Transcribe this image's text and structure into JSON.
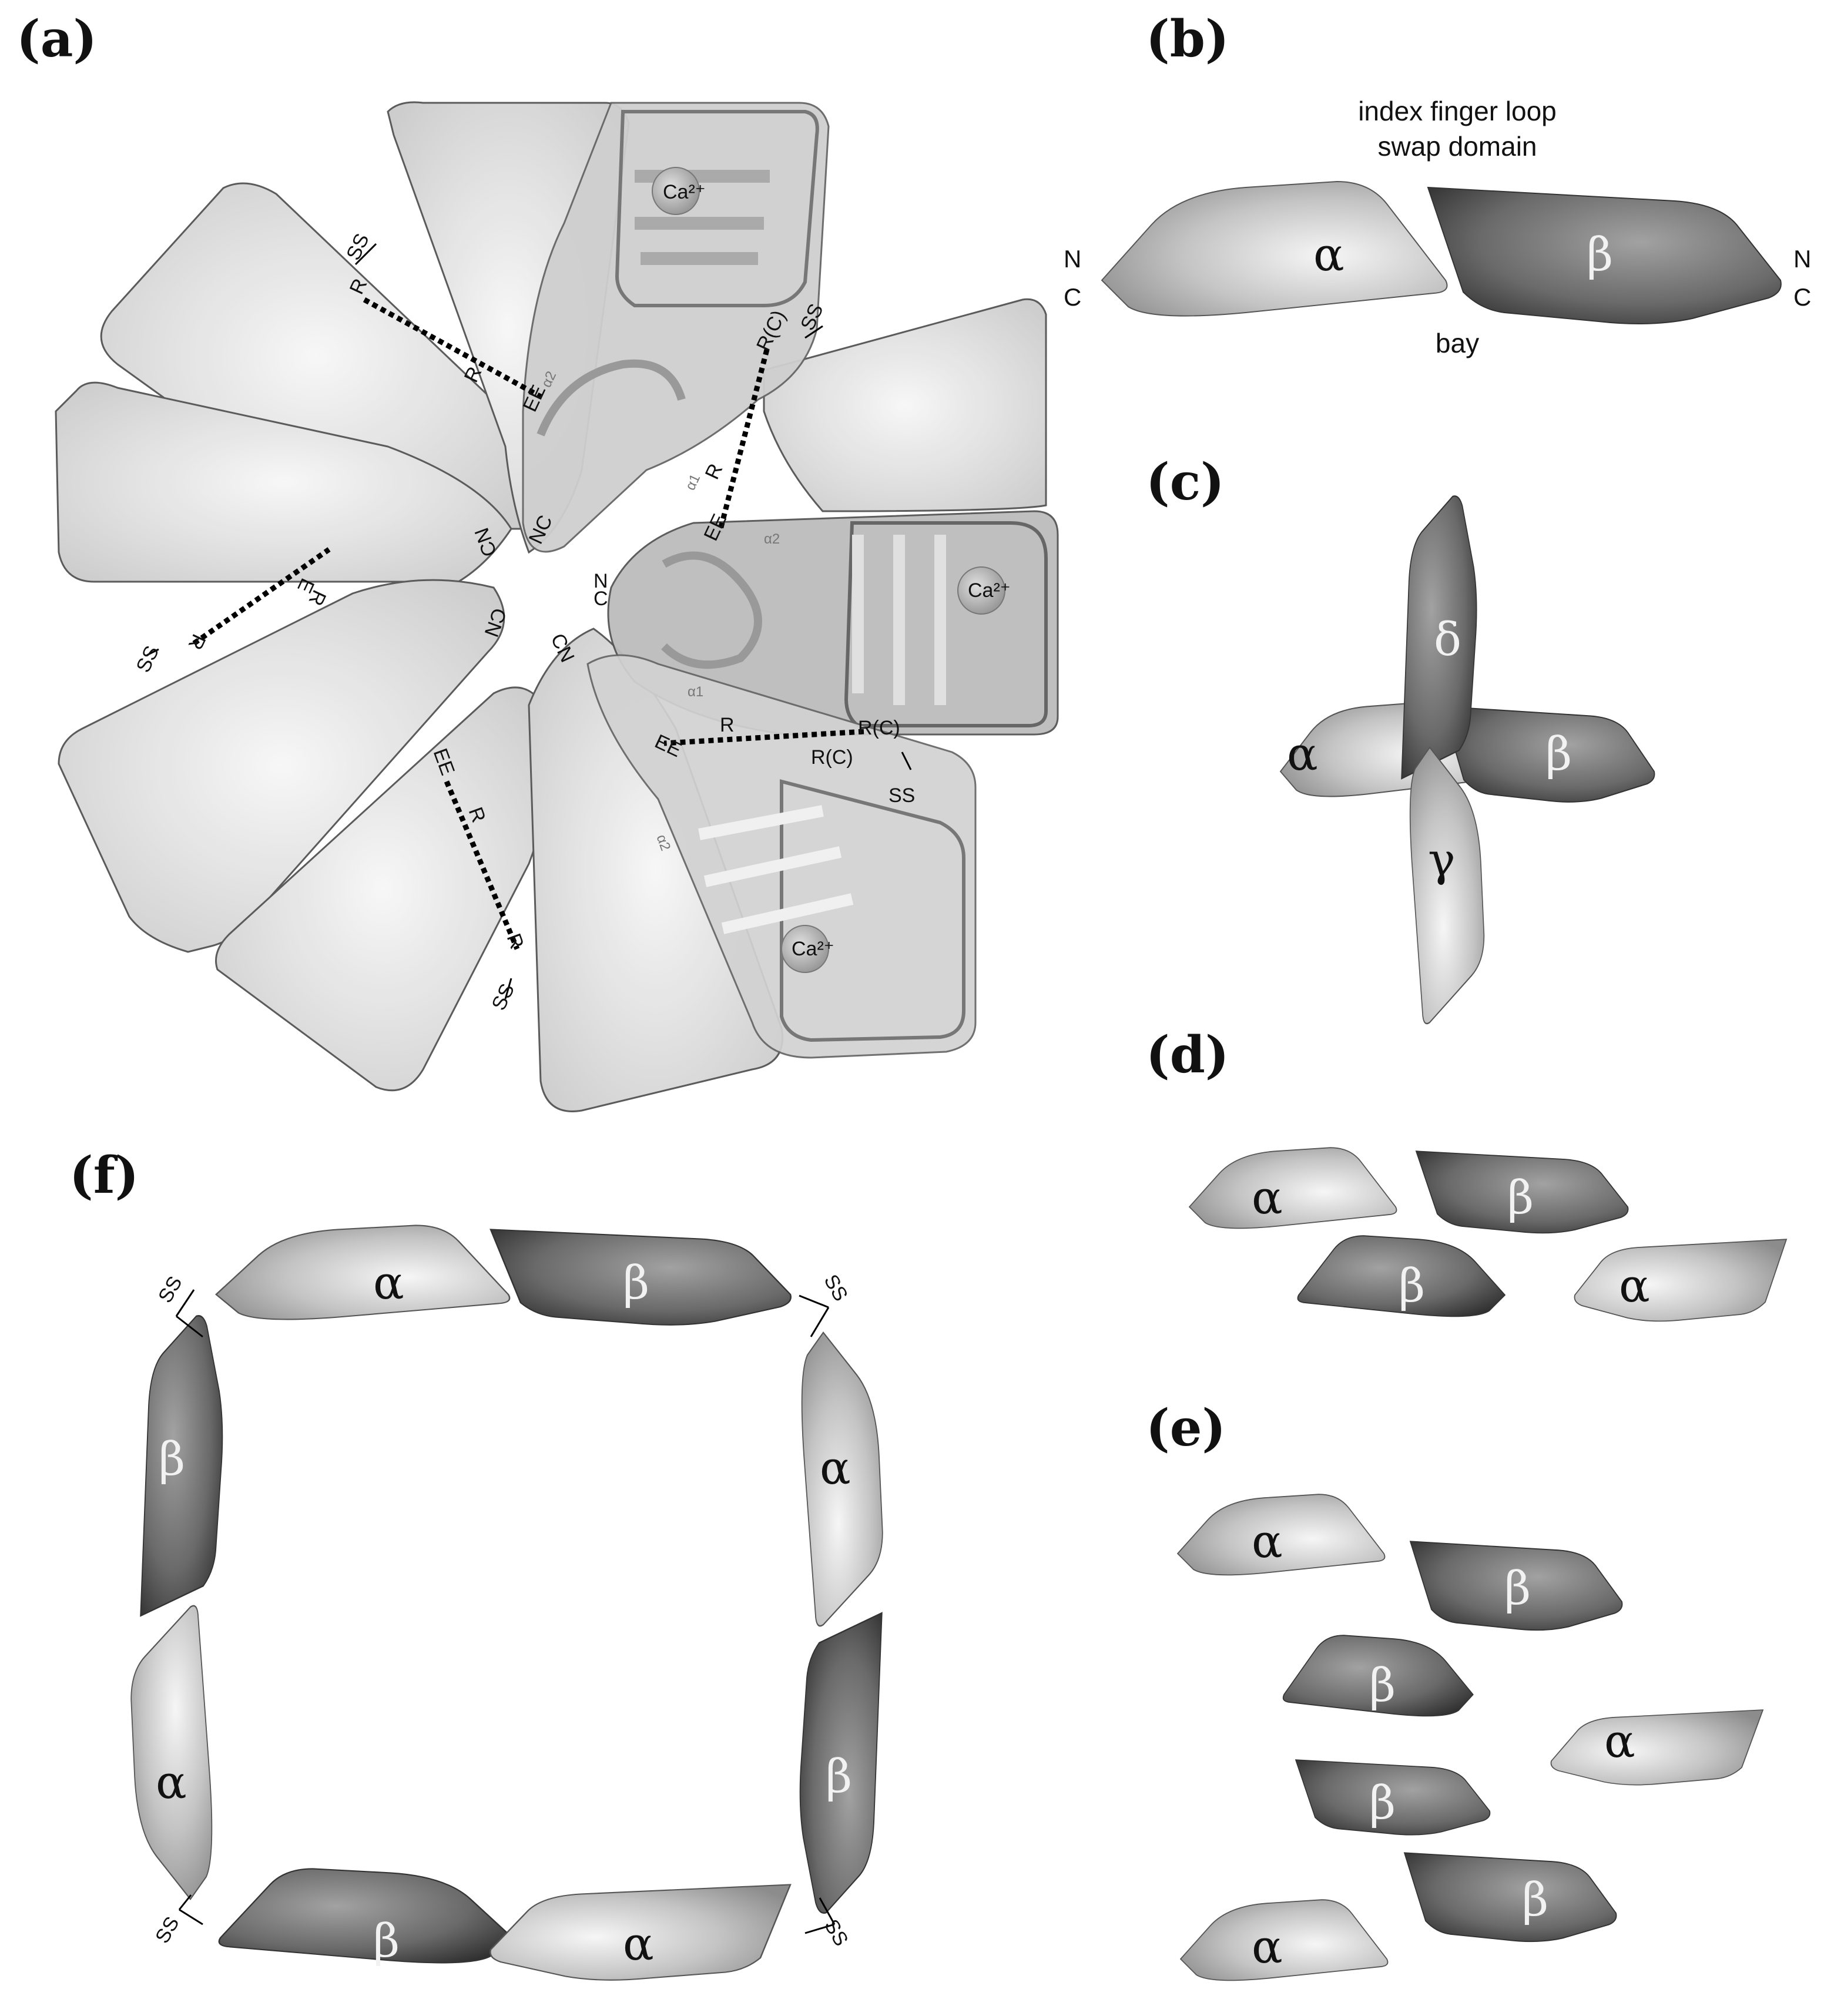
{
  "panels": {
    "a": "(a)",
    "b": "(b)",
    "c": "(c)",
    "d": "(d)",
    "e": "(e)",
    "f": "(f)"
  },
  "greek": {
    "alpha": "α",
    "beta": "β",
    "gamma": "γ",
    "delta": "δ"
  },
  "termini": {
    "N": "N",
    "C": "C",
    "NC": "NC",
    "CN": "CN"
  },
  "residues": {
    "R": "R",
    "E": "E",
    "EE": "EE",
    "RC": "R(C)"
  },
  "ss": "SS",
  "calcium": "Ca²⁺",
  "helices": {
    "a1": "α1",
    "a2": "α2"
  },
  "panel_b": {
    "top_line1": "index finger loop",
    "top_line2": "swap domain",
    "bottom": "bay"
  },
  "colors": {
    "alpha_light": "#f4f4f4",
    "alpha_dark": "#8a8a8a",
    "beta_light": "#9a9a9a",
    "beta_dark": "#3c3c3c",
    "domain_fill": "#e3e3e3"
  }
}
